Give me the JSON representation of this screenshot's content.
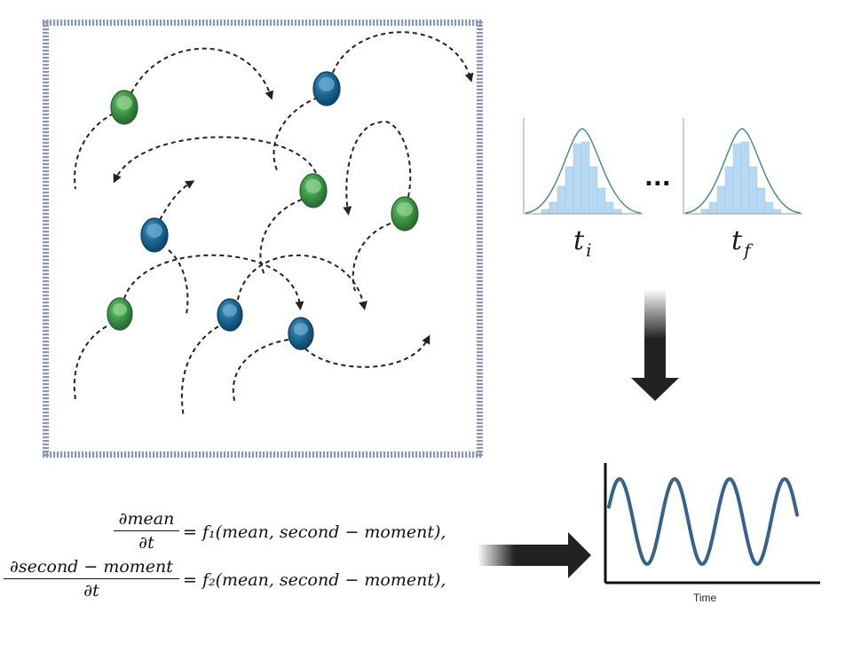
{
  "labels": {
    "t_initial": "t",
    "t_initial_sub": "i",
    "t_final": "t",
    "t_final_sub": "f",
    "ellipsis": "...",
    "time_axis": "Time"
  },
  "equations": [
    {
      "numerator": "∂mean",
      "denominator": "∂t",
      "rhs": "= f₁(mean, second − moment),"
    },
    {
      "numerator": "∂second − moment",
      "denominator": "∂t",
      "rhs": "= f₂(mean, second − moment),"
    }
  ],
  "colors": {
    "box_border": "#8796b2",
    "particle_green": "#3f9a4a",
    "particle_blue": "#1d6a96",
    "histogram_bar": "#b6d8f2",
    "fit_curve": "#4e8f7c",
    "sine_curve": "#386389",
    "arrow": "#222222"
  },
  "particles": [
    {
      "type": "green"
    },
    {
      "type": "blue"
    },
    {
      "type": "green"
    },
    {
      "type": "green"
    },
    {
      "type": "blue"
    },
    {
      "type": "green"
    },
    {
      "type": "blue"
    },
    {
      "type": "blue"
    }
  ]
}
